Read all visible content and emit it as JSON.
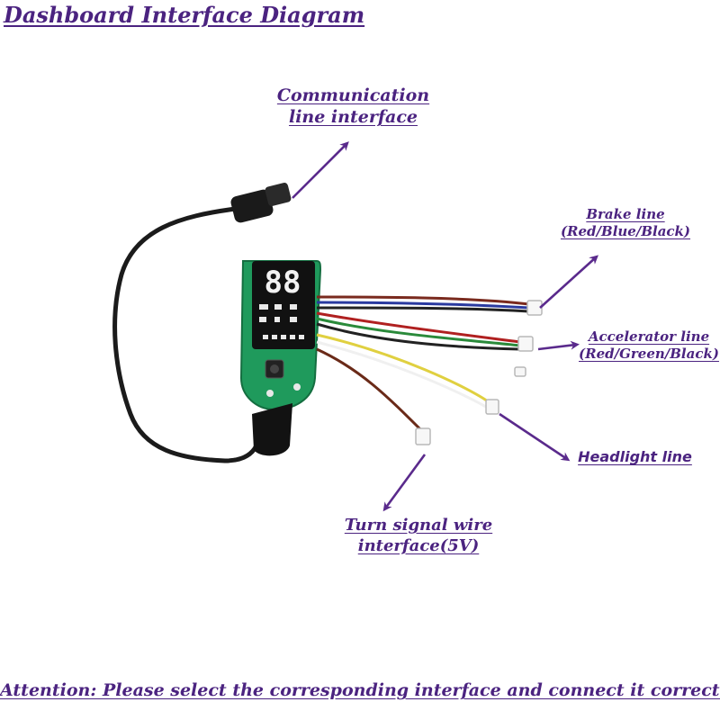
{
  "title": "Dashboard Interface Diagram",
  "labels": {
    "communication": [
      "Communication",
      "line interface"
    ],
    "brake": [
      "Brake line",
      "(Red/Blue/Black)"
    ],
    "accelerator": [
      "Accelerator line",
      "(Red/Green/Black)"
    ],
    "headlight": "Headlight line",
    "turn_signal": [
      "Turn signal wire",
      "interface(5V)"
    ]
  },
  "display": {
    "speed_digits": "88"
  },
  "attention": "Attention: Please select the corresponding interface and connect it correctly",
  "colors": {
    "label": "#4b2380",
    "arrow": "#5a2a8c",
    "pcb": "#1f9a5c",
    "screen": "#111111"
  }
}
